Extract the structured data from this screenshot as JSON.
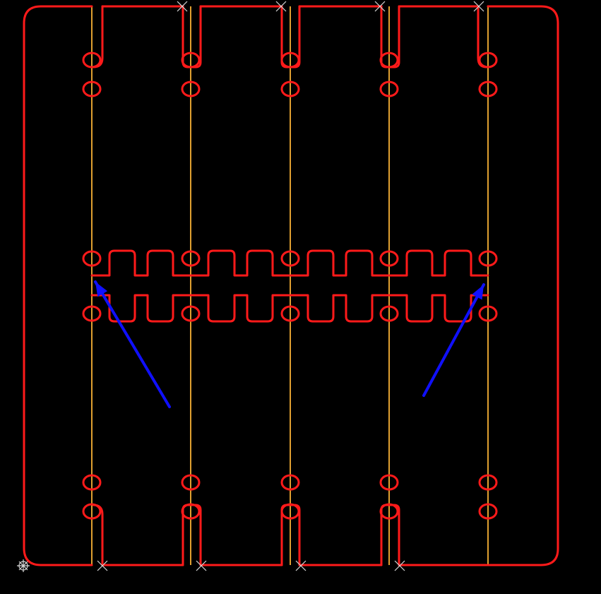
{
  "colors": {
    "background": "#000000",
    "outline": "#ff1a1a",
    "fold_line": "#e0a030",
    "hole_fill": "#1f7a1f",
    "marker": "#d8d8d8",
    "arrow": "#1010ff"
  },
  "diagram": {
    "fold_line_count": 5,
    "top_notch_count": 4,
    "bottom_notch_count": 4,
    "arrow_count": 2,
    "origin_marker": "origin-crosshair-icon",
    "cut_marker": "x-marker-icon"
  }
}
